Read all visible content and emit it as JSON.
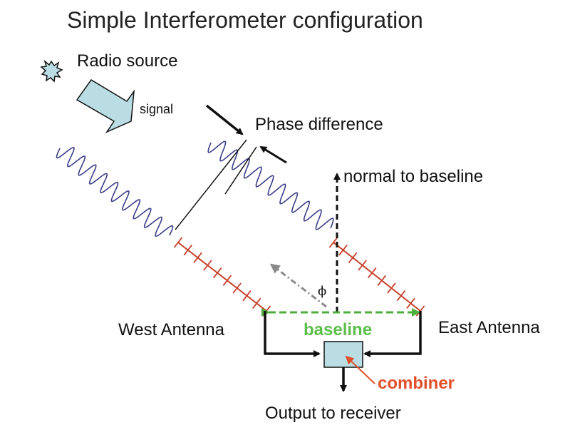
{
  "title": "Simple Interferometer configuration",
  "labels": {
    "radio_source": "Radio source",
    "signal": "signal",
    "phase_difference": "Phase difference",
    "normal_to_baseline": "normal to baseline",
    "west_antenna": "West Antenna",
    "east_antenna": "East Antenna",
    "baseline": "baseline",
    "combiner": "combiner",
    "output": "Output to receiver",
    "angle_symbol": "ϕ"
  },
  "icons": {
    "source": "starburst-icon",
    "signal_arrow": "block-arrow-icon"
  },
  "colors": {
    "wave": "#3a3d8a",
    "antenna": "#c8402a",
    "baseline": "#4caf3a",
    "combiner_label": "#e0502a",
    "fill": "#b9dde3",
    "normal": "#111111",
    "pointing": "#8a8a8a"
  }
}
